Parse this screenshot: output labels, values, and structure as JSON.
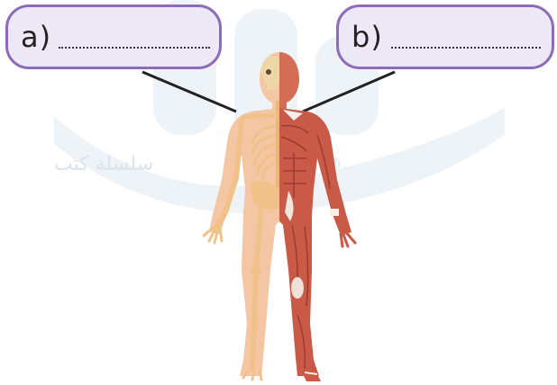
{
  "labels": {
    "a": "a)",
    "b": "b)"
  },
  "watermark": {
    "text": "سلسلة كتب"
  },
  "colors": {
    "box_border": "#8e6bb8",
    "box_fill": "#ece8f6",
    "skin": "#f5c6a3",
    "bone": "#f0c28a",
    "muscle": "#c95a47",
    "leader_line": "#222222"
  },
  "icons": {
    "figure": "human-body-skeleton-muscle-icon"
  }
}
